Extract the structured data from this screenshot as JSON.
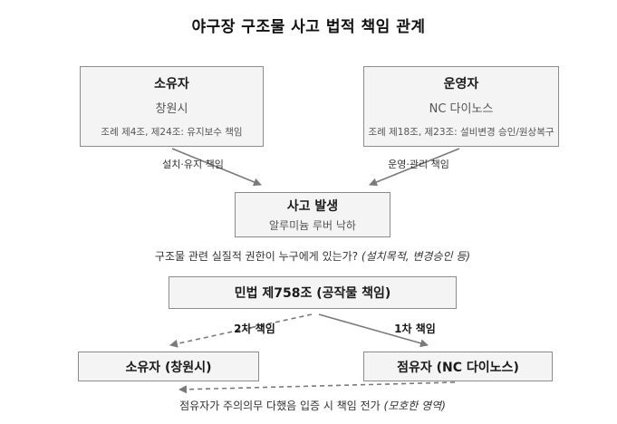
{
  "title": "야구장 구조물 사고 법적 책임 관계",
  "nodes": {
    "owner": {
      "title": "소유자",
      "subtitle": "창원시",
      "detail": "조례 제4조, 제24조: 유지보수 책임"
    },
    "operator": {
      "title": "운영자",
      "subtitle": "NC 다이노스",
      "detail": "조례 제18조, 제23조: 설비변경 승인/원상복구"
    },
    "accident": {
      "title": "사고 발생",
      "subtitle": "알루미늄 루버 낙하"
    },
    "law": {
      "title": "민법 제758조 (공작물 책임)"
    },
    "owner_final": {
      "title": "소유자 (창원시)"
    },
    "occupant_final": {
      "title": "점유자 (NC 다이노스)"
    }
  },
  "edges": {
    "owner_to_accident": "설치·유지 책임",
    "operator_to_accident": "운영·관리 책임",
    "secondary": "2차 책임",
    "primary": "1차 책임"
  },
  "notes": {
    "question": "구조물 관련 실질적 권한이 누구에게 있는가?",
    "question_em": "(설치목적, 변경승인 등)",
    "transfer": "점유자가 주의의무 다했음 입증 시 책임 전가",
    "transfer_em": "(모호한 영역)"
  },
  "colors": {
    "box_fill": "#f4f4f4",
    "box_border": "#8c8c8c",
    "arrow": "#7a7a7a",
    "text_primary": "#1a1a1a",
    "text_secondary": "#555555"
  }
}
